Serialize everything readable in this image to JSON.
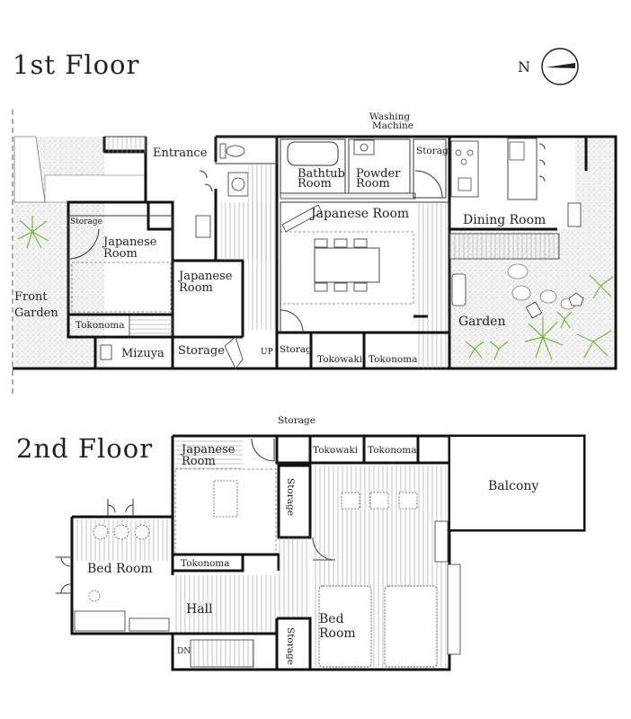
{
  "floors": {
    "first": {
      "title": "1st Floor",
      "rooms": {
        "washing_machine_line1": "Washing",
        "washing_machine_line2": "Machine",
        "entrance": "Entrance",
        "bathtub_line1": "Bathtub",
        "bathtub_line2": "Room",
        "powder_line1": "Powder",
        "powder_line2": "Room",
        "storage_top": "Storag",
        "storage_small": "Storage",
        "japanese_room_left_line1": "Japanese",
        "japanese_room_left_line2": "Room",
        "japanese_room_mid_line1": "Japanese",
        "japanese_room_mid_line2": "Room",
        "japanese_room_main": "Japanese Room",
        "dining_room": "Dining Room",
        "front_garden_line1": "Front",
        "front_garden_line2": "Garden",
        "garden": "Garden",
        "tokonoma_left": "Tokonoma",
        "mizuya": "Mizuya",
        "storage_bottom": "Storage",
        "up": "UP",
        "storage_bottom2": "Storag",
        "tokowaki": "Tokowaki",
        "tokonoma_right": "Tokonoma"
      }
    },
    "second": {
      "title": "2nd Floor",
      "rooms": {
        "storage_top": "Storage",
        "japanese_room_line1": "Japanese",
        "japanese_room_line2": "Room",
        "tokowaki": "Tokowaki",
        "tokonoma_top": "Tokonoma",
        "balcony": "Balcony",
        "storage_vertical": "Storage",
        "bed_room_left": "Bed Room",
        "tokonoma_bottom": "Tokonoma",
        "hall": "Hall",
        "bed_room_right_line1": "Bed",
        "bed_room_right_line2": "Room",
        "dn": "DN",
        "storage_vertical_bottom": "Storage"
      }
    }
  },
  "compass": {
    "label": "N",
    "icon": "north-arrow-icon"
  },
  "colors": {
    "wall": "#111111",
    "garden_speckle": "#dddddd",
    "plant": "#7cb342"
  }
}
